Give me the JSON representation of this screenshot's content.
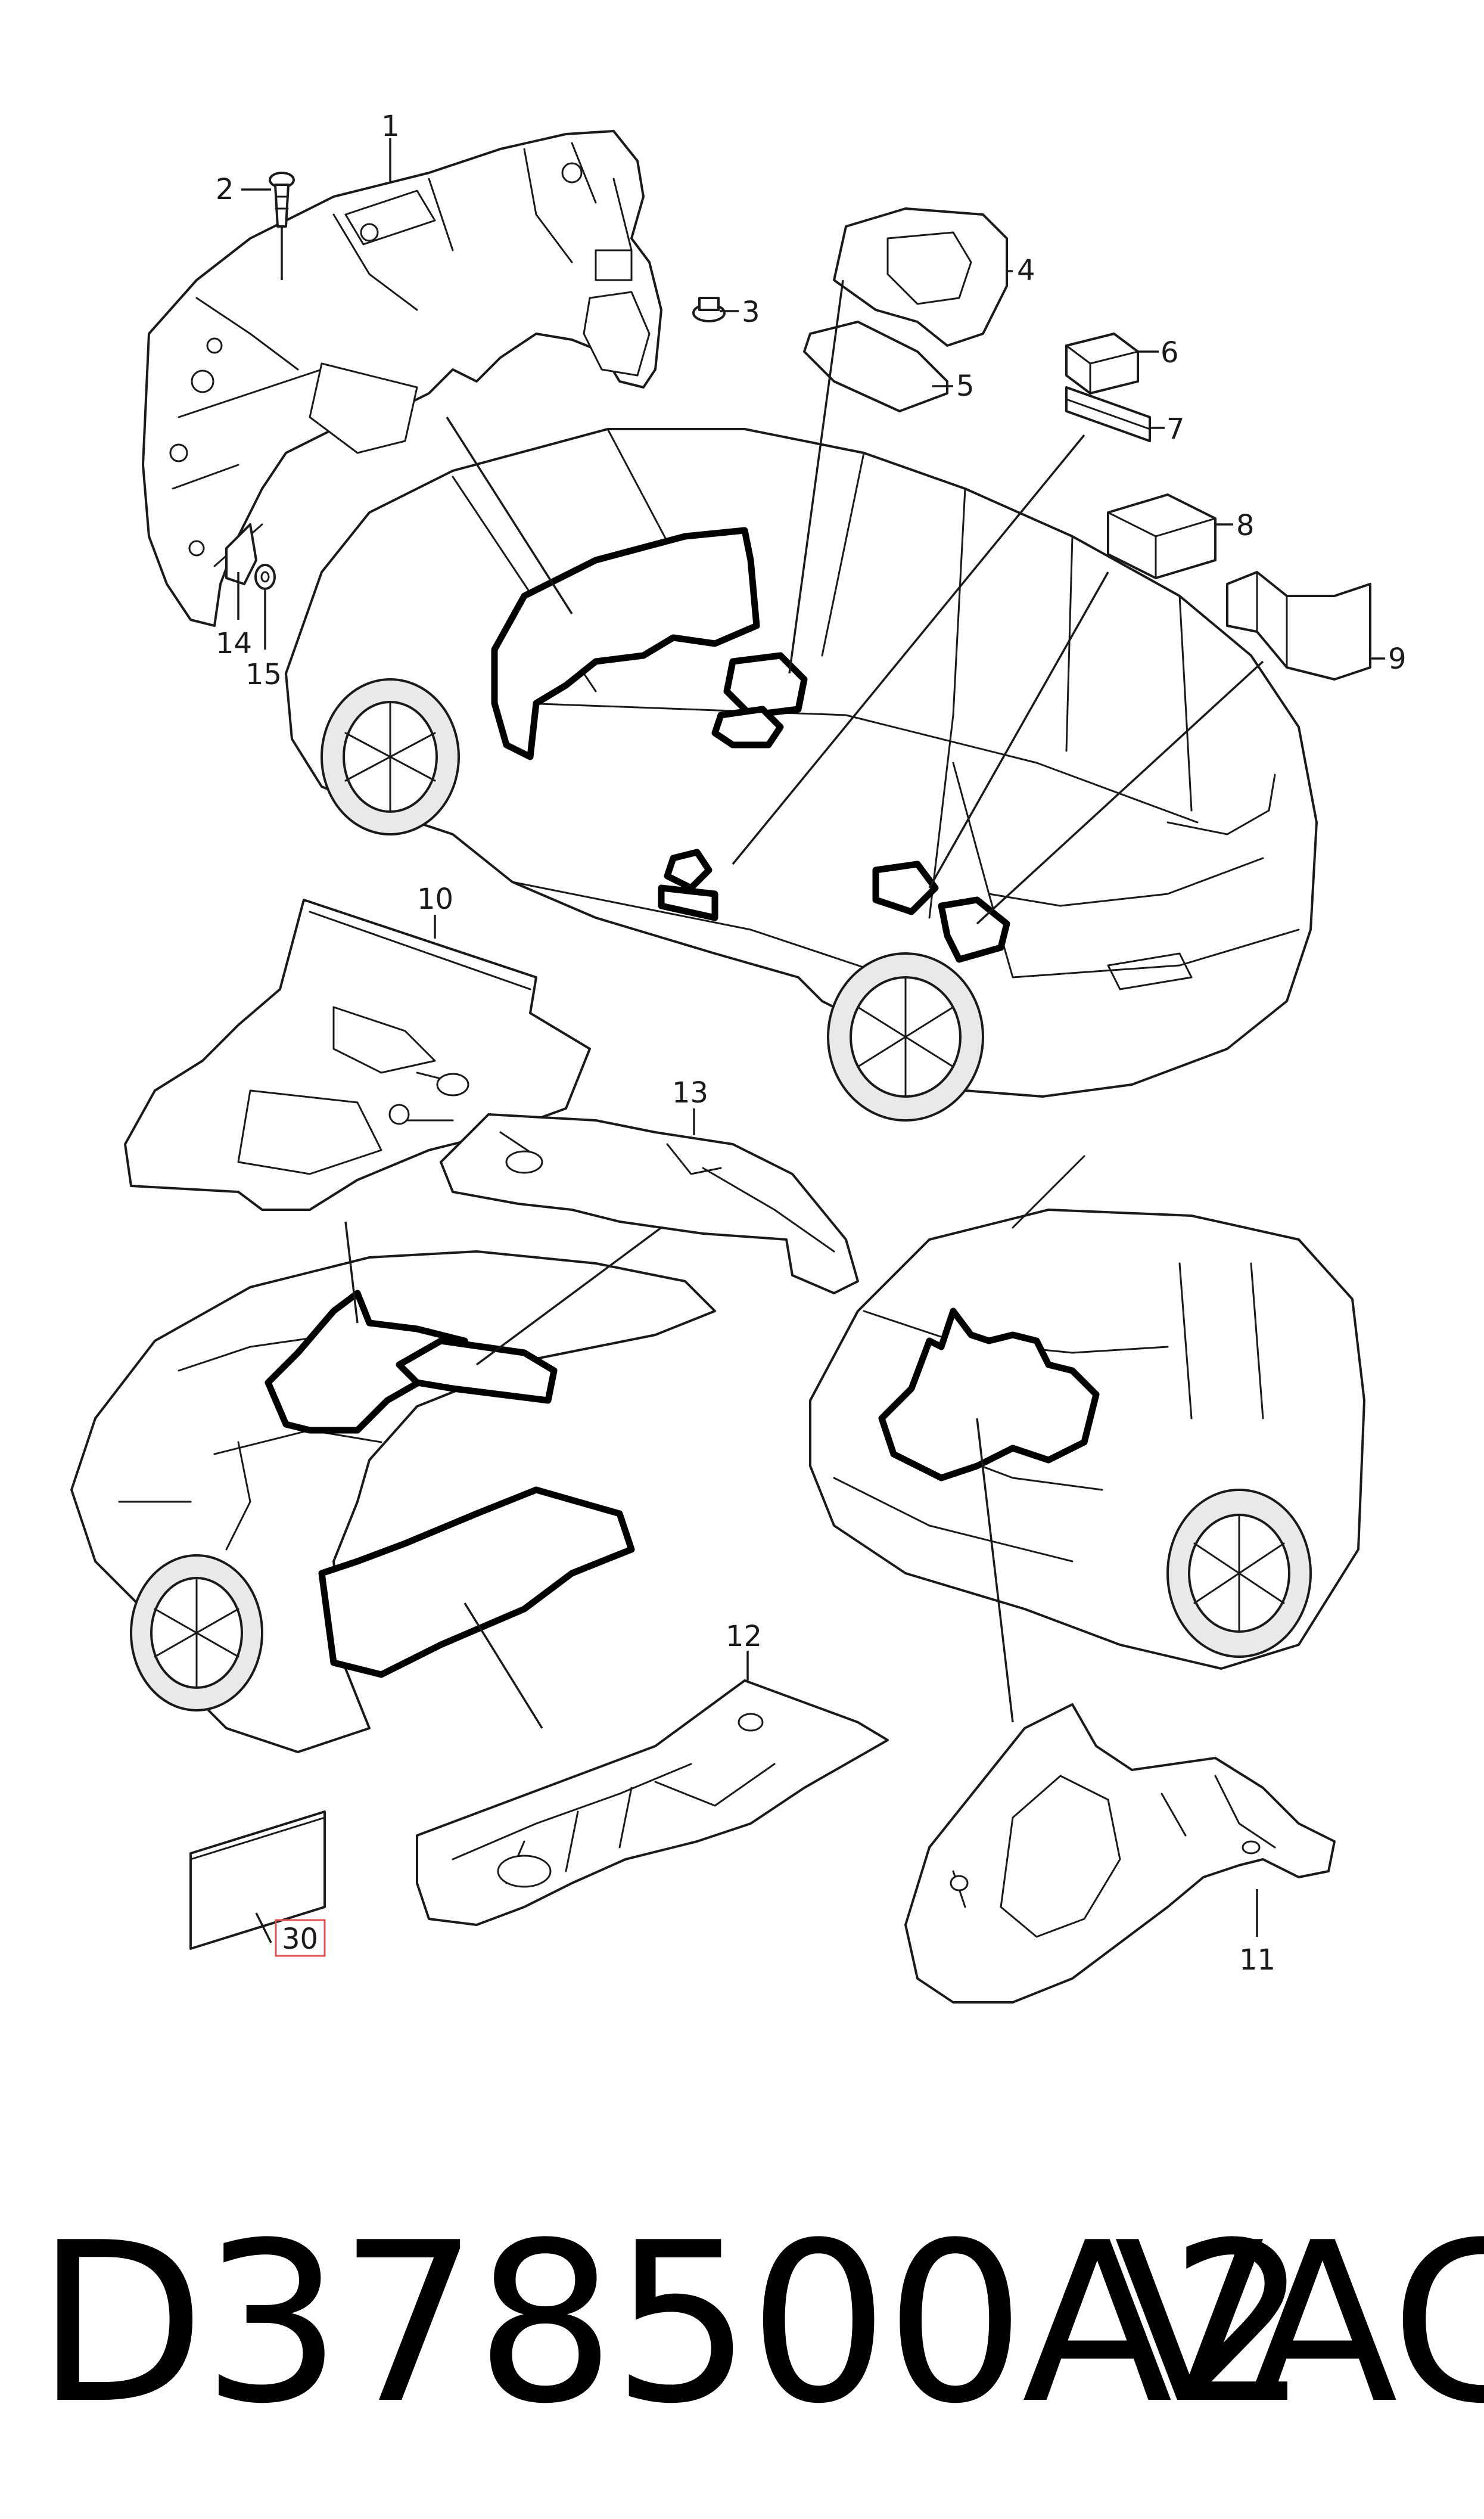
{
  "diagram": {
    "callouts": {
      "c1": "1",
      "c2": "2",
      "c3": "3",
      "c4": "4",
      "c5": "5",
      "c6": "6",
      "c7": "7",
      "c8": "8",
      "c9": "9",
      "c10": "10",
      "c11": "11",
      "c12": "12",
      "c13": "13",
      "c14": "14",
      "c15": "15",
      "c30": "30"
    },
    "highlight_color": "#e05050"
  },
  "footer": {
    "part_number": "D378500A2",
    "brand": "VAG"
  }
}
